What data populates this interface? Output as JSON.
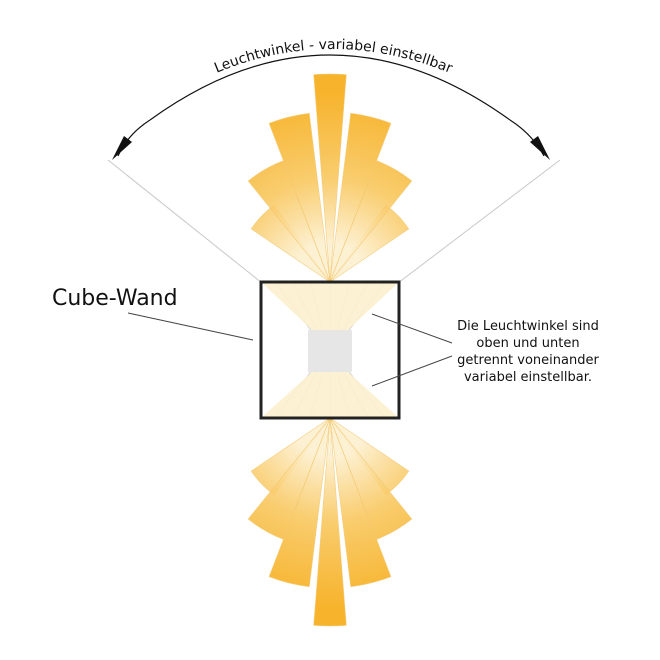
{
  "diagram": {
    "arc_label": "Leuchtwinkel - variabel einstellbar",
    "wall_label": "Cube-Wand",
    "note_lines": [
      "Die Leuchtwinkel sind",
      "oben und unten",
      "getrennt voneinander",
      "variabel einstellbar."
    ]
  },
  "colors": {
    "beam_dark": "#f6a90f",
    "beam_light": "#fdf0cf",
    "frame": "#222222",
    "guide_line": "#bdbdbd",
    "lamp": "#e6e6e6"
  }
}
